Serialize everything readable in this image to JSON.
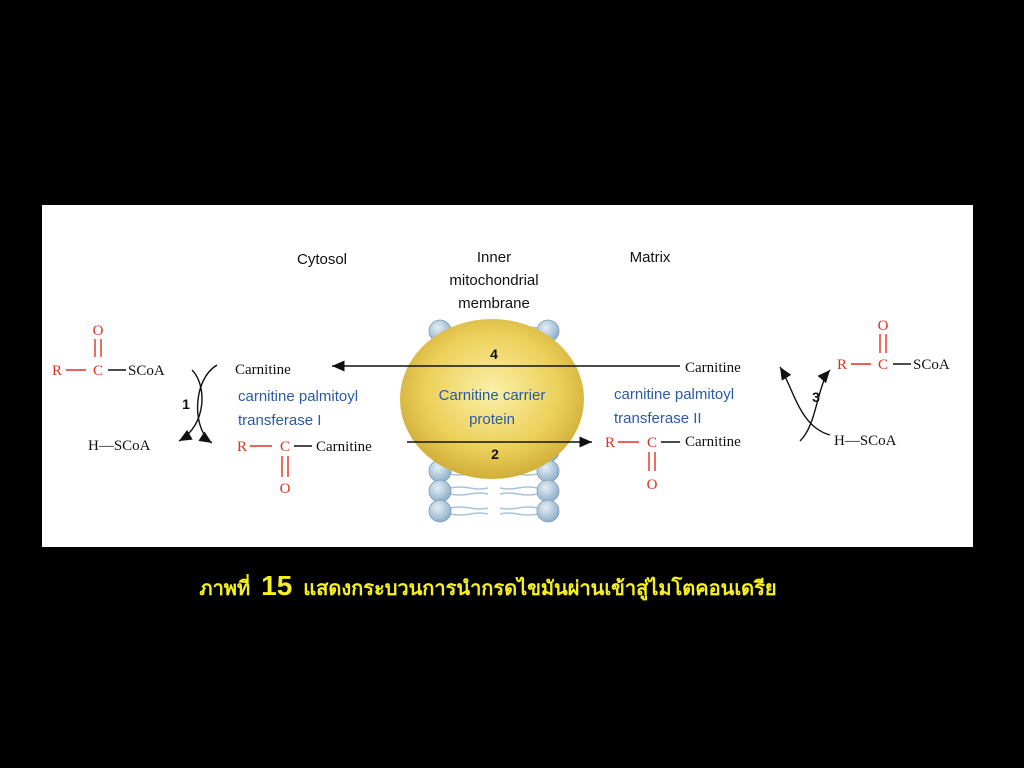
{
  "diagram": {
    "labels": {
      "cytosol": "Cytosol",
      "membrane_l1": "Inner",
      "membrane_l2": "mitochondrial",
      "membrane_l3": "membrane",
      "matrix": "Matrix"
    },
    "carrier": {
      "line1": "Carnitine carrier",
      "line2": "protein"
    },
    "enzymes": {
      "cpt1_l1": "carnitine palmitoyl",
      "cpt1_l2": "transferase I",
      "cpt2_l1": "carnitine palmitoyl",
      "cpt2_l2": "transferase II"
    },
    "steps": {
      "s1": "1",
      "s2": "2",
      "s3": "3",
      "s4": "4"
    },
    "chem": {
      "R": "R",
      "C": "C",
      "O": "O",
      "H": "H",
      "dash": "—",
      "scoa": "SCoA",
      "carnitine": "Carnitine",
      "h_scoa_dash": "H—SCoA",
      "c_carnitine": "C— Carnitine"
    },
    "colors": {
      "acyl_red": "#e0301e",
      "enzyme_blue": "#2a5aa8",
      "carrier_gold": "#e8c94a",
      "lipid_blue": "#a9c4da"
    }
  },
  "caption": {
    "prefix": "ภาพที่",
    "number": "15",
    "text": "แสดงกระบวนการนำกรดไขมันผ่านเข้าสู่ไมโตคอนเดรีย"
  }
}
